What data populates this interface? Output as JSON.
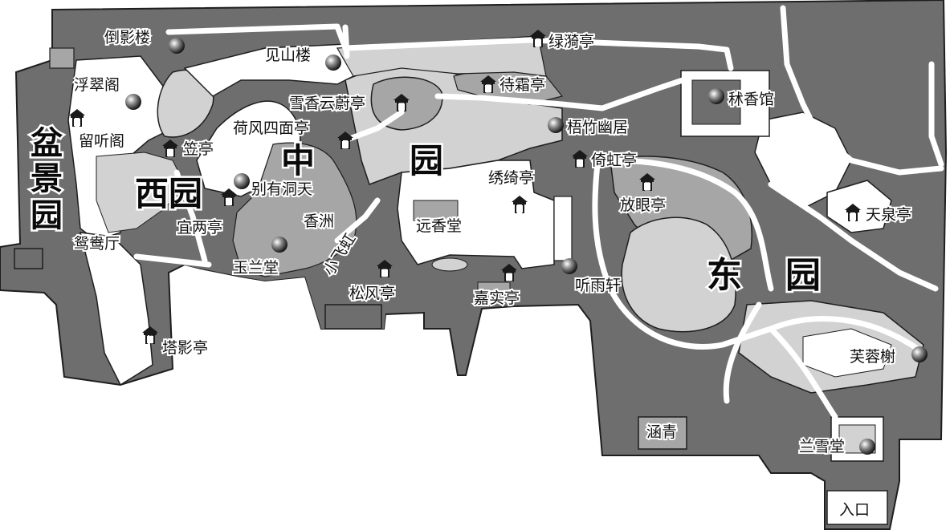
{
  "colors": {
    "dark_area": "#6e6e6e",
    "mid_area": "#a6a6a6",
    "light_area": "#d2d2d2",
    "path": "#ffffff",
    "outline": "#1e1e1e"
  },
  "regions": {
    "penjing": "盆景园",
    "west": "西园",
    "middle_1": "中",
    "middle_2": "园",
    "east_1": "东",
    "east_2": "园"
  },
  "places": {
    "daoyinglou": "倒影楼",
    "jianshanlou": "见山楼",
    "lvyiting": "绿漪亭",
    "fucuige": "浮翠阁",
    "liutingge": "留听阁",
    "liting": "笠亭",
    "xuexiangyunweiting": "雪香云蔚亭",
    "daishuangting": "待霜亭",
    "hefengsimianting": "荷风四面亭",
    "wuzhuyouju": "梧竹幽居",
    "xiuqiting": "绣绮亭",
    "yihongting": "倚虹亭",
    "fangyanting": "放眼亭",
    "bieyoudongtian": "别有洞天",
    "yiliangting": "宜两亭",
    "xiangzhou": "香洲",
    "yuanxiangtang": "远香堂",
    "xiaofeihong": "小飞虹",
    "yuanyangting": "鸳鸯厅",
    "yulantang": "玉兰堂",
    "songfengting": "松风亭",
    "jiashiting": "嘉实亭",
    "tingyuxuan": "听雨轩",
    "tadying": "塔影亭",
    "xiuxiangguan": "秫香馆",
    "tianquanting": "天泉亭",
    "furongxie": "芙蓉榭",
    "hanqing": "涵青",
    "lanxuetang": "兰雪堂",
    "entrance": "入口"
  }
}
